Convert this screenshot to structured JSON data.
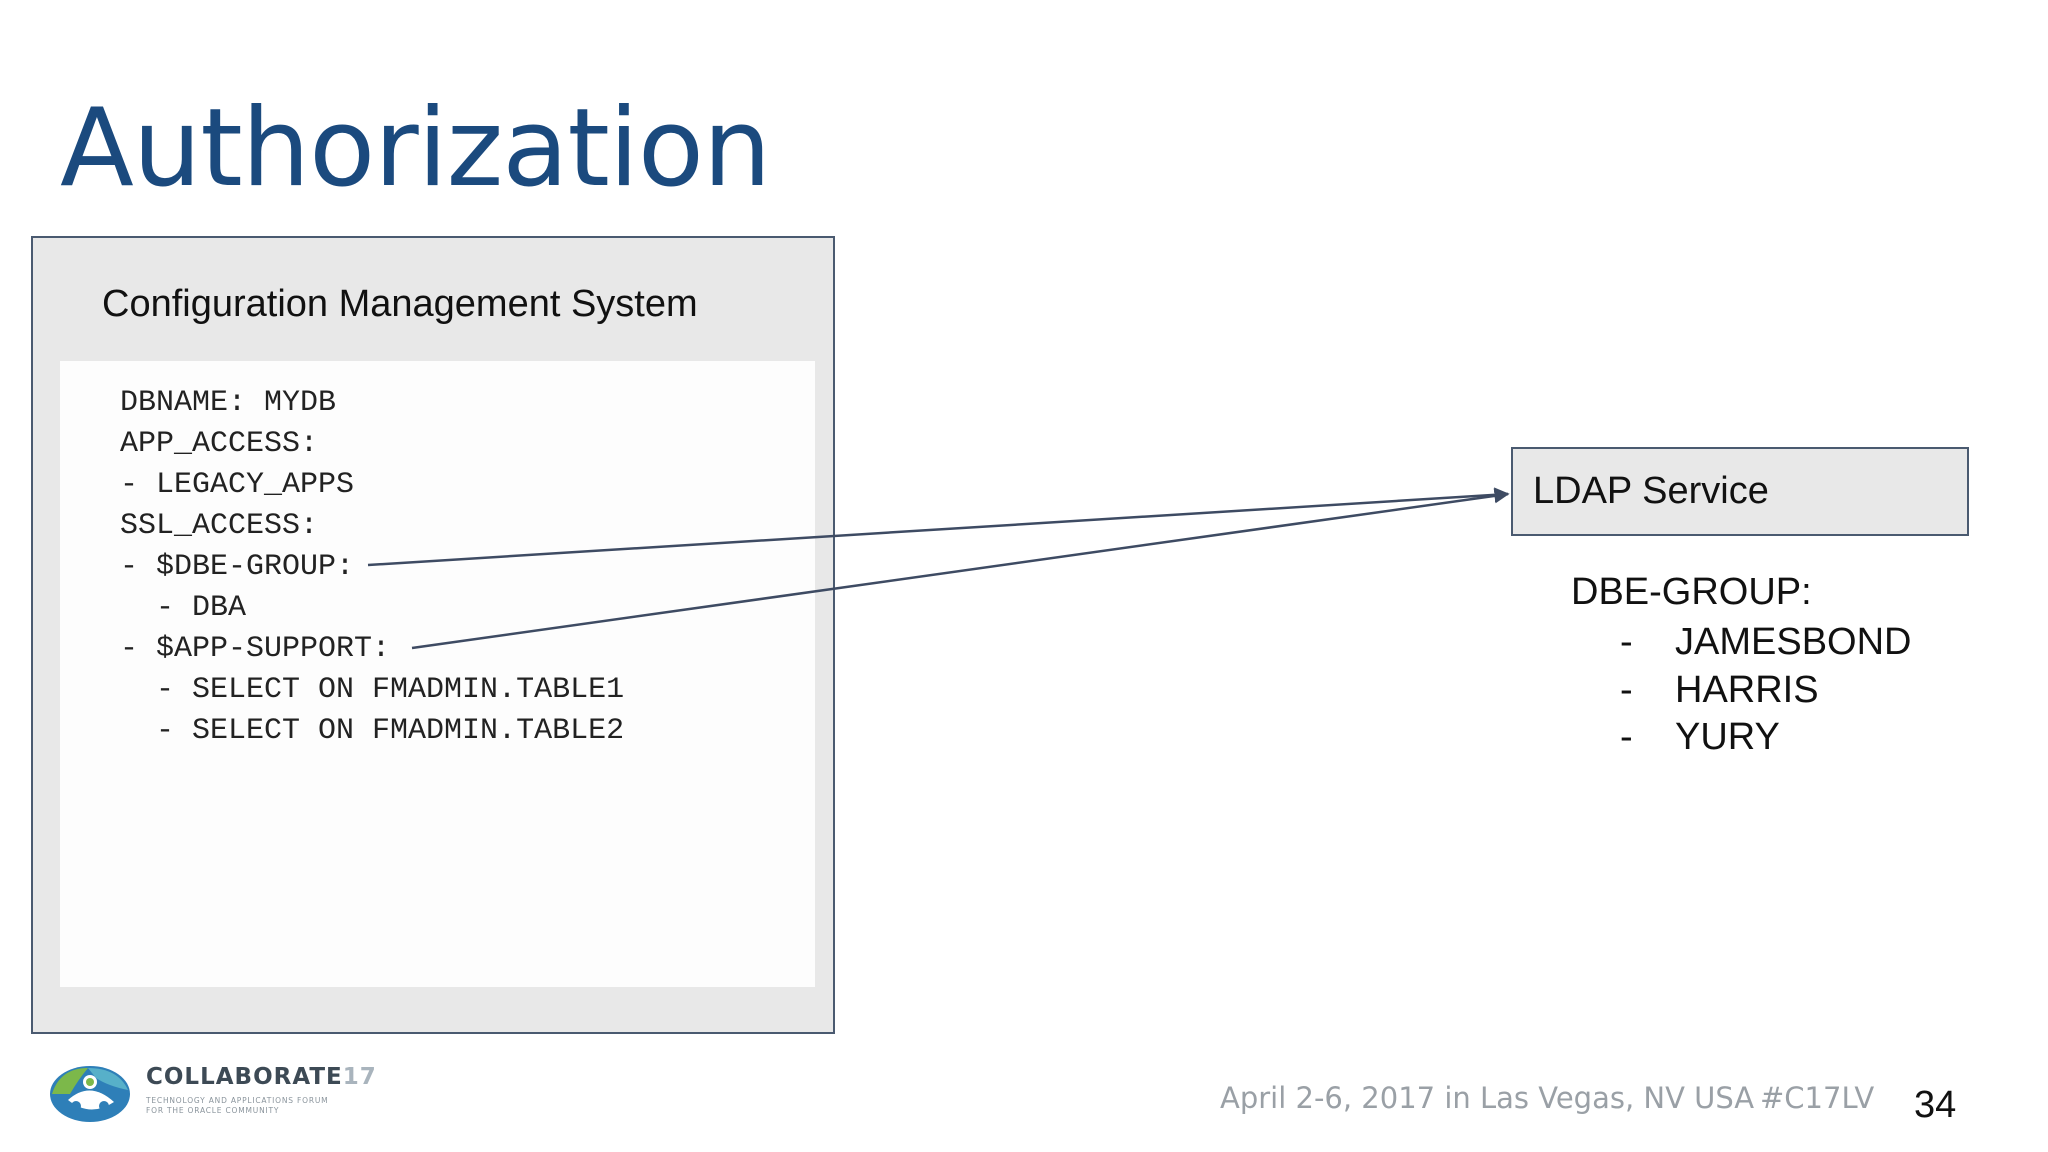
{
  "slide": {
    "title": "Authorization",
    "page_number": "34"
  },
  "cms": {
    "title": "Configuration Management System",
    "code_lines": [
      "DBNAME: MYDB",
      "APP_ACCESS:",
      "- LEGACY_APPS",
      "SSL_ACCESS:",
      "- $DBE-GROUP:",
      "  - DBA",
      "- $APP-SUPPORT:",
      "  - SELECT ON FMADMIN.TABLE1",
      "  - SELECT ON FMADMIN.TABLE2"
    ]
  },
  "ldap": {
    "label": "LDAP Service",
    "group_title": "DBE-GROUP:",
    "dash": "-",
    "members": [
      "JAMESBOND",
      "HARRIS",
      "YURY"
    ]
  },
  "footer": {
    "event_text": "April 2-6, 2017 in Las Vegas, NV USA",
    "hashtag": "#C17LV"
  },
  "logo": {
    "word": "COLLABORATE",
    "number": "17",
    "tagline_1": "TECHNOLOGY AND APPLICATIONS FORUM",
    "tagline_2": "FOR THE ORACLE COMMUNITY"
  },
  "colors": {
    "title": "#1b4a7e",
    "box_fill": "#e8e8e8",
    "box_border": "#4a5a70",
    "arrow": "#3e4b63",
    "footer_text": "#9aa0a6"
  }
}
